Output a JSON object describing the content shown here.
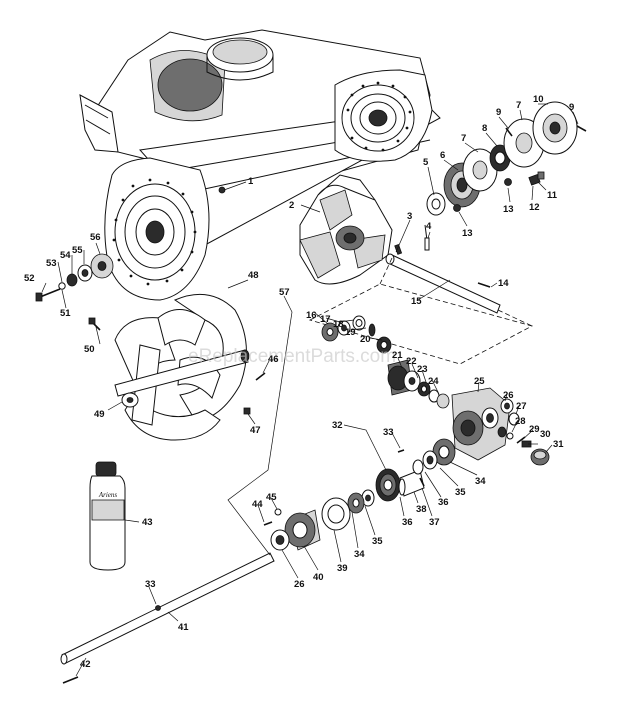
{
  "diagram": {
    "watermark": "eReplacementParts.com",
    "bottle_label": "Ariens",
    "callouts": {
      "c1": "1",
      "c2": "2",
      "c3": "3",
      "c4": "4",
      "c5": "5",
      "c6": "6",
      "c7a": "7",
      "c7b": "7",
      "c8": "8",
      "c9a": "9",
      "c9b": "9",
      "c10": "10",
      "c11": "11",
      "c12": "12",
      "c13a": "13",
      "c13b": "13",
      "c14": "14",
      "c15": "15",
      "c16": "16",
      "c17": "17",
      "c18": "18",
      "c19": "19",
      "c20": "20",
      "c21": "21",
      "c22": "22",
      "c23": "23",
      "c24": "24",
      "c25": "25",
      "c26a": "26",
      "c26b": "26",
      "c27": "27",
      "c28": "28",
      "c29": "29",
      "c30": "30",
      "c31": "31",
      "c32": "32",
      "c33a": "33",
      "c33b": "33",
      "c34a": "34",
      "c34b": "34",
      "c35a": "35",
      "c35b": "35",
      "c36a": "36",
      "c36b": "36",
      "c37": "37",
      "c38": "38",
      "c39": "39",
      "c40": "40",
      "c41": "41",
      "c42": "42",
      "c43": "43",
      "c44": "44",
      "c45": "45",
      "c46": "46",
      "c47": "47",
      "c48": "48",
      "c49": "49",
      "c50": "50",
      "c51": "51",
      "c52": "52",
      "c53": "53",
      "c54": "54",
      "c55": "55",
      "c56": "56",
      "c57": "57"
    }
  }
}
